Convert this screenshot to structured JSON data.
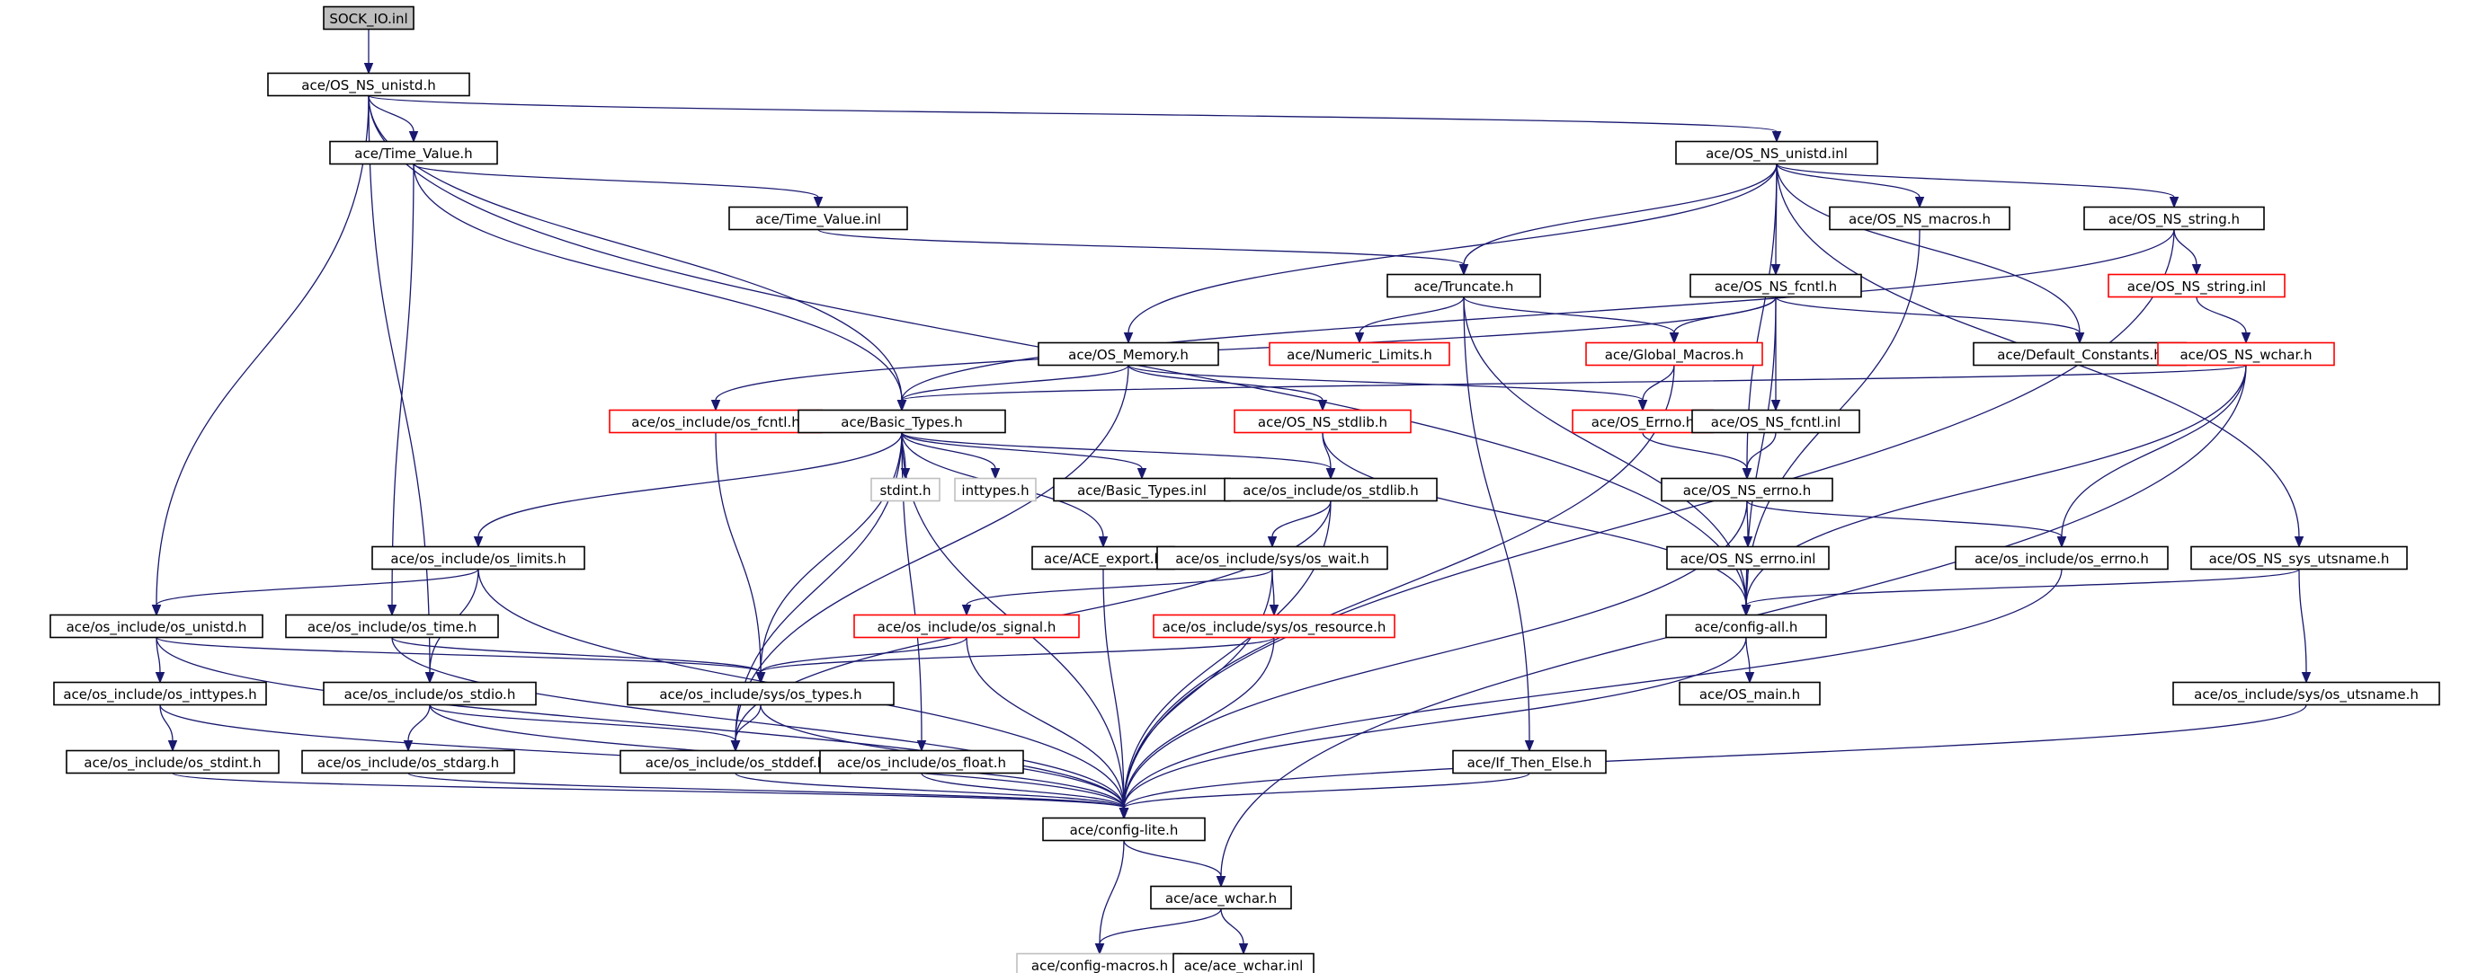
{
  "colors": {
    "edge": "#191970",
    "node_border_default": "#000000",
    "node_border_truncated": "#ff0000",
    "node_border_missing": "#bfbfbf",
    "root_fill": "#bfbfbf"
  },
  "nodes": [
    {
      "id": "n0",
      "label": "SOCK_IO.inl",
      "style": "root"
    },
    {
      "id": "n1",
      "label": "ace/OS_NS_unistd.h",
      "style": "normal"
    },
    {
      "id": "n2",
      "label": "ace/Time_Value.h",
      "style": "normal"
    },
    {
      "id": "n3",
      "label": "ace/OS_NS_unistd.inl",
      "style": "normal"
    },
    {
      "id": "n4",
      "label": "ace/Time_Value.inl",
      "style": "normal"
    },
    {
      "id": "n5",
      "label": "ace/OS_NS_macros.h",
      "style": "normal"
    },
    {
      "id": "n6",
      "label": "ace/OS_NS_string.h",
      "style": "normal"
    },
    {
      "id": "n7",
      "label": "ace/Truncate.h",
      "style": "normal"
    },
    {
      "id": "n8",
      "label": "ace/OS_NS_fcntl.h",
      "style": "normal"
    },
    {
      "id": "n9",
      "label": "ace/OS_NS_string.inl",
      "style": "red"
    },
    {
      "id": "n10",
      "label": "ace/Numeric_Limits.h",
      "style": "red"
    },
    {
      "id": "n11",
      "label": "ace/OS_Memory.h",
      "style": "normal"
    },
    {
      "id": "n12",
      "label": "ace/Global_Macros.h",
      "style": "red"
    },
    {
      "id": "n13",
      "label": "ace/Default_Constants.h",
      "style": "normal"
    },
    {
      "id": "n14",
      "label": "ace/OS_NS_wchar.h",
      "style": "red"
    },
    {
      "id": "n15",
      "label": "ace/os_include/os_fcntl.h",
      "style": "red"
    },
    {
      "id": "n16",
      "label": "ace/Basic_Types.h",
      "style": "normal"
    },
    {
      "id": "n17",
      "label": "ace/OS_NS_stdlib.h",
      "style": "red"
    },
    {
      "id": "n18",
      "label": "ace/OS_Errno.h",
      "style": "red"
    },
    {
      "id": "n19",
      "label": "ace/OS_NS_fcntl.inl",
      "style": "normal"
    },
    {
      "id": "n20",
      "label": "stdint.h",
      "style": "gray"
    },
    {
      "id": "n21",
      "label": "inttypes.h",
      "style": "gray"
    },
    {
      "id": "n22",
      "label": "ace/Basic_Types.inl",
      "style": "normal"
    },
    {
      "id": "n23",
      "label": "ace/os_include/os_stdlib.h",
      "style": "normal"
    },
    {
      "id": "n24",
      "label": "ace/OS_NS_errno.h",
      "style": "normal"
    },
    {
      "id": "n25",
      "label": "ace/os_include/os_limits.h",
      "style": "normal"
    },
    {
      "id": "n26",
      "label": "ace/ACE_export.h",
      "style": "normal"
    },
    {
      "id": "n27",
      "label": "ace/os_include/sys/os_wait.h",
      "style": "normal"
    },
    {
      "id": "n28",
      "label": "ace/OS_NS_errno.inl",
      "style": "normal"
    },
    {
      "id": "n29",
      "label": "ace/os_include/os_errno.h",
      "style": "normal"
    },
    {
      "id": "n30",
      "label": "ace/OS_NS_sys_utsname.h",
      "style": "normal"
    },
    {
      "id": "n31",
      "label": "ace/os_include/os_unistd.h",
      "style": "normal"
    },
    {
      "id": "n32",
      "label": "ace/os_include/os_time.h",
      "style": "normal"
    },
    {
      "id": "n33",
      "label": "ace/os_include/os_signal.h",
      "style": "red"
    },
    {
      "id": "n34",
      "label": "ace/os_include/sys/os_resource.h",
      "style": "red"
    },
    {
      "id": "n35",
      "label": "ace/config-all.h",
      "style": "normal"
    },
    {
      "id": "n36",
      "label": "ace/os_include/os_inttypes.h",
      "style": "normal"
    },
    {
      "id": "n37",
      "label": "ace/os_include/os_stdio.h",
      "style": "normal"
    },
    {
      "id": "n38",
      "label": "ace/os_include/sys/os_types.h",
      "style": "normal"
    },
    {
      "id": "n39",
      "label": "ace/OS_main.h",
      "style": "normal"
    },
    {
      "id": "n40",
      "label": "ace/os_include/sys/os_utsname.h",
      "style": "normal"
    },
    {
      "id": "n41",
      "label": "ace/os_include/os_stdint.h",
      "style": "normal"
    },
    {
      "id": "n42",
      "label": "ace/os_include/os_stdarg.h",
      "style": "normal"
    },
    {
      "id": "n43",
      "label": "ace/os_include/os_stddef.h",
      "style": "normal"
    },
    {
      "id": "n44",
      "label": "ace/os_include/os_float.h",
      "style": "normal"
    },
    {
      "id": "n45",
      "label": "ace/If_Then_Else.h",
      "style": "normal"
    },
    {
      "id": "n46",
      "label": "ace/config-lite.h",
      "style": "normal"
    },
    {
      "id": "n47",
      "label": "ace/ace_wchar.h",
      "style": "normal"
    },
    {
      "id": "n48",
      "label": "ace/config-macros.h",
      "style": "gray"
    },
    {
      "id": "n49",
      "label": "ace/ace_wchar.inl",
      "style": "normal"
    }
  ],
  "edges": [
    [
      "n0",
      "n1"
    ],
    [
      "n1",
      "n2"
    ],
    [
      "n1",
      "n3"
    ],
    [
      "n1",
      "n16"
    ],
    [
      "n1",
      "n31"
    ],
    [
      "n1",
      "n37"
    ],
    [
      "n1",
      "n35"
    ],
    [
      "n2",
      "n4"
    ],
    [
      "n2",
      "n16"
    ],
    [
      "n2",
      "n32"
    ],
    [
      "n4",
      "n7"
    ],
    [
      "n3",
      "n5"
    ],
    [
      "n3",
      "n6"
    ],
    [
      "n3",
      "n7"
    ],
    [
      "n3",
      "n8"
    ],
    [
      "n3",
      "n11"
    ],
    [
      "n3",
      "n13"
    ],
    [
      "n3",
      "n24"
    ],
    [
      "n3",
      "n30"
    ],
    [
      "n5",
      "n35"
    ],
    [
      "n6",
      "n9"
    ],
    [
      "n6",
      "n16"
    ],
    [
      "n6",
      "n46"
    ],
    [
      "n9",
      "n14"
    ],
    [
      "n14",
      "n16"
    ],
    [
      "n14",
      "n35"
    ],
    [
      "n14",
      "n29"
    ],
    [
      "n14",
      "n47"
    ],
    [
      "n7",
      "n10"
    ],
    [
      "n7",
      "n12"
    ],
    [
      "n7",
      "n45"
    ],
    [
      "n7",
      "n35"
    ],
    [
      "n8",
      "n12"
    ],
    [
      "n8",
      "n13"
    ],
    [
      "n8",
      "n19"
    ],
    [
      "n8",
      "n15"
    ],
    [
      "n8",
      "n35"
    ],
    [
      "n11",
      "n16"
    ],
    [
      "n11",
      "n17"
    ],
    [
      "n11",
      "n18"
    ],
    [
      "n11",
      "n43"
    ],
    [
      "n12",
      "n18"
    ],
    [
      "n12",
      "n46"
    ],
    [
      "n18",
      "n24"
    ],
    [
      "n19",
      "n24"
    ],
    [
      "n15",
      "n38"
    ],
    [
      "n16",
      "n20"
    ],
    [
      "n16",
      "n21"
    ],
    [
      "n16",
      "n22"
    ],
    [
      "n16",
      "n23"
    ],
    [
      "n16",
      "n25"
    ],
    [
      "n16",
      "n26"
    ],
    [
      "n16",
      "n38"
    ],
    [
      "n16",
      "n43"
    ],
    [
      "n16",
      "n44"
    ],
    [
      "n16",
      "n46"
    ],
    [
      "n17",
      "n23"
    ],
    [
      "n17",
      "n35"
    ],
    [
      "n23",
      "n27"
    ],
    [
      "n23",
      "n43"
    ],
    [
      "n23",
      "n46"
    ],
    [
      "n24",
      "n28"
    ],
    [
      "n24",
      "n29"
    ],
    [
      "n24",
      "n46"
    ],
    [
      "n28",
      "n35"
    ],
    [
      "n29",
      "n46"
    ],
    [
      "n25",
      "n31"
    ],
    [
      "n25",
      "n37"
    ],
    [
      "n25",
      "n46"
    ],
    [
      "n26",
      "n46"
    ],
    [
      "n27",
      "n33"
    ],
    [
      "n27",
      "n34"
    ],
    [
      "n27",
      "n46"
    ],
    [
      "n30",
      "n35"
    ],
    [
      "n30",
      "n40"
    ],
    [
      "n40",
      "n46"
    ],
    [
      "n31",
      "n36"
    ],
    [
      "n31",
      "n38"
    ],
    [
      "n31",
      "n46"
    ],
    [
      "n32",
      "n38"
    ],
    [
      "n32",
      "n46"
    ],
    [
      "n33",
      "n38"
    ],
    [
      "n33",
      "n46"
    ],
    [
      "n34",
      "n38"
    ],
    [
      "n34",
      "n46"
    ],
    [
      "n35",
      "n39"
    ],
    [
      "n35",
      "n46"
    ],
    [
      "n36",
      "n41"
    ],
    [
      "n36",
      "n46"
    ],
    [
      "n37",
      "n42"
    ],
    [
      "n37",
      "n43"
    ],
    [
      "n37",
      "n46"
    ],
    [
      "n38",
      "n43"
    ],
    [
      "n38",
      "n46"
    ],
    [
      "n41",
      "n46"
    ],
    [
      "n42",
      "n46"
    ],
    [
      "n43",
      "n46"
    ],
    [
      "n44",
      "n46"
    ],
    [
      "n45",
      "n46"
    ],
    [
      "n46",
      "n47"
    ],
    [
      "n46",
      "n48"
    ],
    [
      "n47",
      "n48"
    ],
    [
      "n47",
      "n49"
    ]
  ]
}
